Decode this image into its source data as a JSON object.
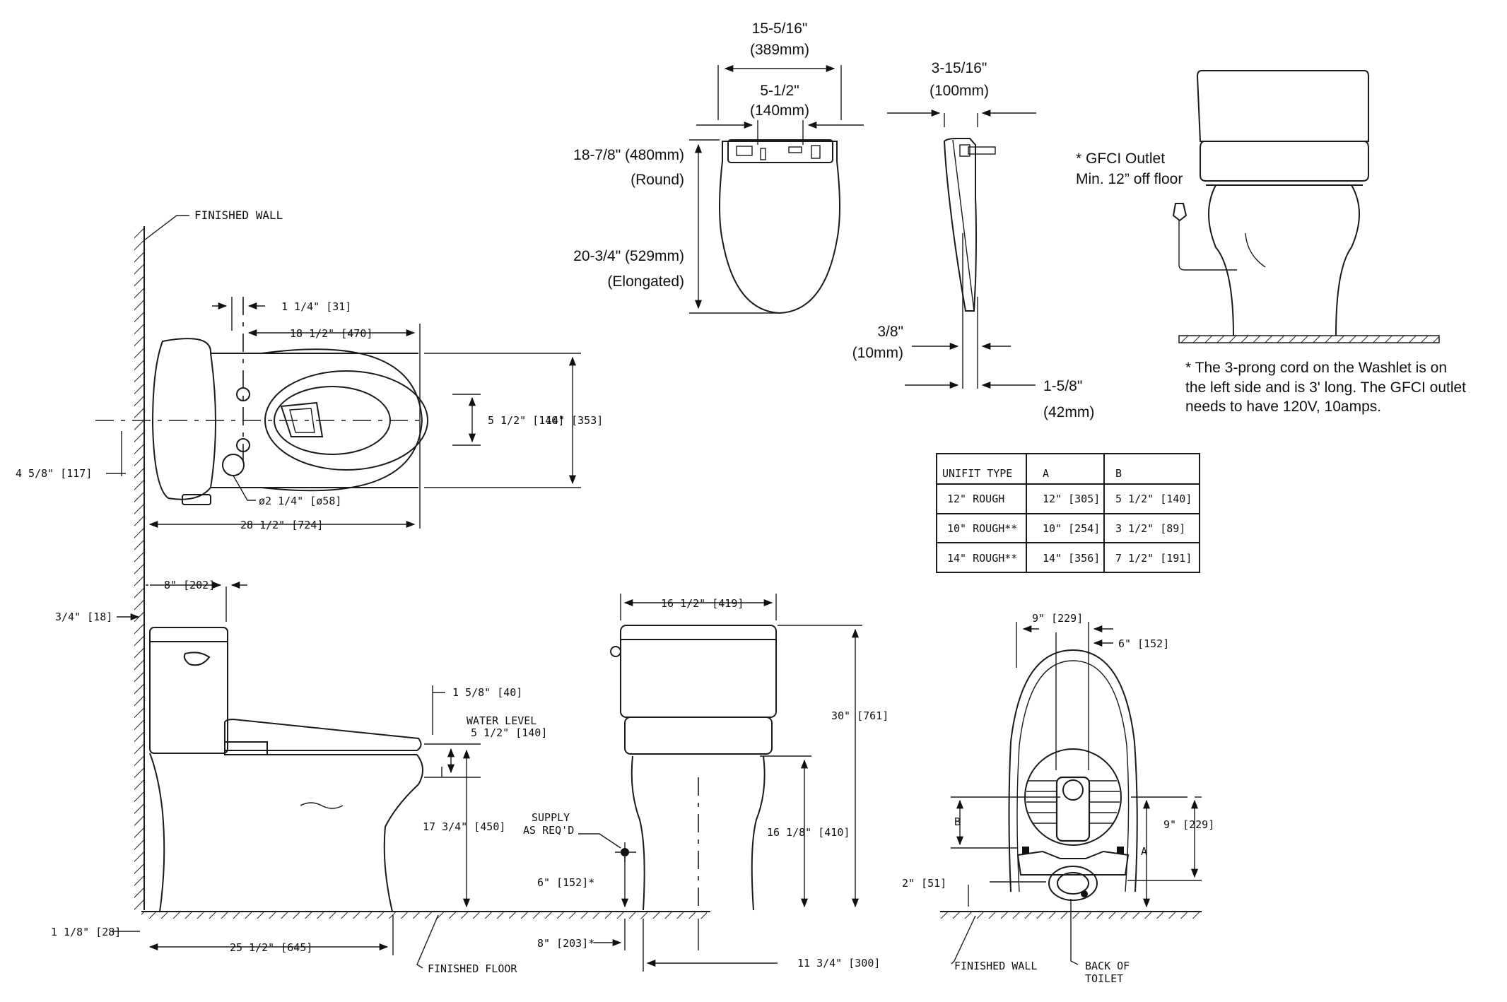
{
  "seat_top": {
    "width": "15-5/16\"",
    "width_mm": "(389mm)",
    "hinge": "5-1/2\"",
    "hinge_mm": "(140mm)",
    "round": "18-7/8\" (480mm)",
    "round_label": "(Round)",
    "elong": "20-3/4\" (529mm)",
    "elong_label": "(Elongated)"
  },
  "seat_side": {
    "depth": "3-15/16\"",
    "depth_mm": "(100mm)",
    "thickness": "3/8\"",
    "thickness_mm": "(10mm)",
    "offset": "1-5/8\"",
    "offset_mm": "(42mm)"
  },
  "gfci": {
    "line1": "* GFCI Outlet",
    "line2": "Min. 12” off floor",
    "note1": "* The 3-prong cord on the Washlet is on",
    "note2": "the left side and is 3' long. The GFCI outlet",
    "note3": "needs to have 120V, 10amps."
  },
  "plan": {
    "finished_wall": "FINISHED WALL",
    "d1": "1 1/4\" [31]",
    "d2": "18 1/2\" [470]",
    "d3": "5 1/2\" [140]",
    "d4": "14\" [353]",
    "d5": "4 5/8\" [117]",
    "d6": "ø2 1/4\" [ø58]",
    "d7": "28 1/2\" [724]"
  },
  "side": {
    "d1": "8\" [202]",
    "d2": "3/4\" [18]",
    "d3": "1 5/8\" [40]",
    "water1": "WATER LEVEL",
    "water2": "5 1/2\" [140]",
    "d4": "17 3/4\" [450]",
    "d5": "1 1/8\" [28]",
    "d6": "25 1/2\" [645]",
    "floor": "FINISHED FLOOR"
  },
  "front": {
    "d1": "16 1/2\" [419]",
    "d2": "30\" [761]",
    "d3": "16 1/8\" [410]",
    "supply1": "SUPPLY",
    "supply2": "AS REQ'D",
    "d4": "6\" [152]*",
    "d5": "8\" [203]*",
    "d6": "11 3/4\" [300]"
  },
  "table": {
    "headers": [
      "UNIFIT TYPE",
      "A",
      "B"
    ],
    "rows": [
      [
        "12\" ROUGH",
        "12\" [305]",
        "5 1/2\" [140]"
      ],
      [
        "10\" ROUGH**",
        "10\" [254]",
        "3 1/2\" [89]"
      ],
      [
        "14\" ROUGH**",
        "14\" [356]",
        "7 1/2\" [191]"
      ]
    ]
  },
  "unifit": {
    "d1": "9\" [229]",
    "d2": "6\" [152]",
    "b": "B",
    "a": "A",
    "d3": "9\" [229]",
    "d4": "2\" [51]",
    "wall": "FINISHED WALL",
    "back1": "BACK OF",
    "back2": "TOILET"
  }
}
